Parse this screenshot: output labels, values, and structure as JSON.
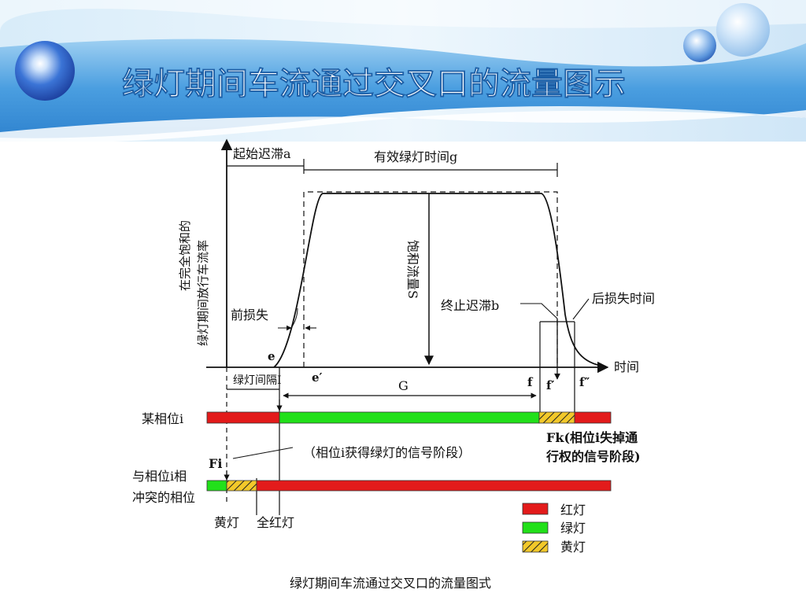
{
  "header": {
    "title": "绿灯期间车流通过交叉口的流量图示"
  },
  "diagram": {
    "y_axis_label_line1": "在完全饱和的",
    "y_axis_label_line2": "绿灯期间放行车流率",
    "x_axis_label": "时间",
    "start_delay": "起始迟滞a",
    "effective_green": "有效绿灯时间g",
    "saturation_flow": "饱和流量S",
    "front_loss": "前损失",
    "end_delay": "终止迟滞b",
    "rear_loss": "后损失时间",
    "point_e": "e",
    "point_e_prime": "e′",
    "point_f": "f",
    "point_f_prime": "f′",
    "point_f_double_prime": "f″",
    "green_interval": "绿灯间隔I",
    "green_G": "G",
    "phase_i": "某相位i",
    "phase_i_green_note": "（相位i获得绿灯的信号阶段）",
    "fk_line1": "Fk(相位i失掉通",
    "fk_line2": "行权的信号阶段)",
    "fi": "Fi",
    "conflict_line1": "与相位i相",
    "conflict_line2": "冲突的相位",
    "yellow_label": "黄灯",
    "all_red_label": "全红灯",
    "caption": "绿灯期间车流通过交叉口的流量图式"
  },
  "legend": [
    {
      "label": "红灯",
      "color": "#e31b1b"
    },
    {
      "label": "绿灯",
      "color": "#22e01a"
    },
    {
      "label": "黄灯",
      "color": "#f2c82a"
    }
  ],
  "colors": {
    "red": "#e31b1b",
    "green": "#22e01a",
    "yellow": "#f2c82a",
    "header_blue": "#3d8fd6"
  }
}
